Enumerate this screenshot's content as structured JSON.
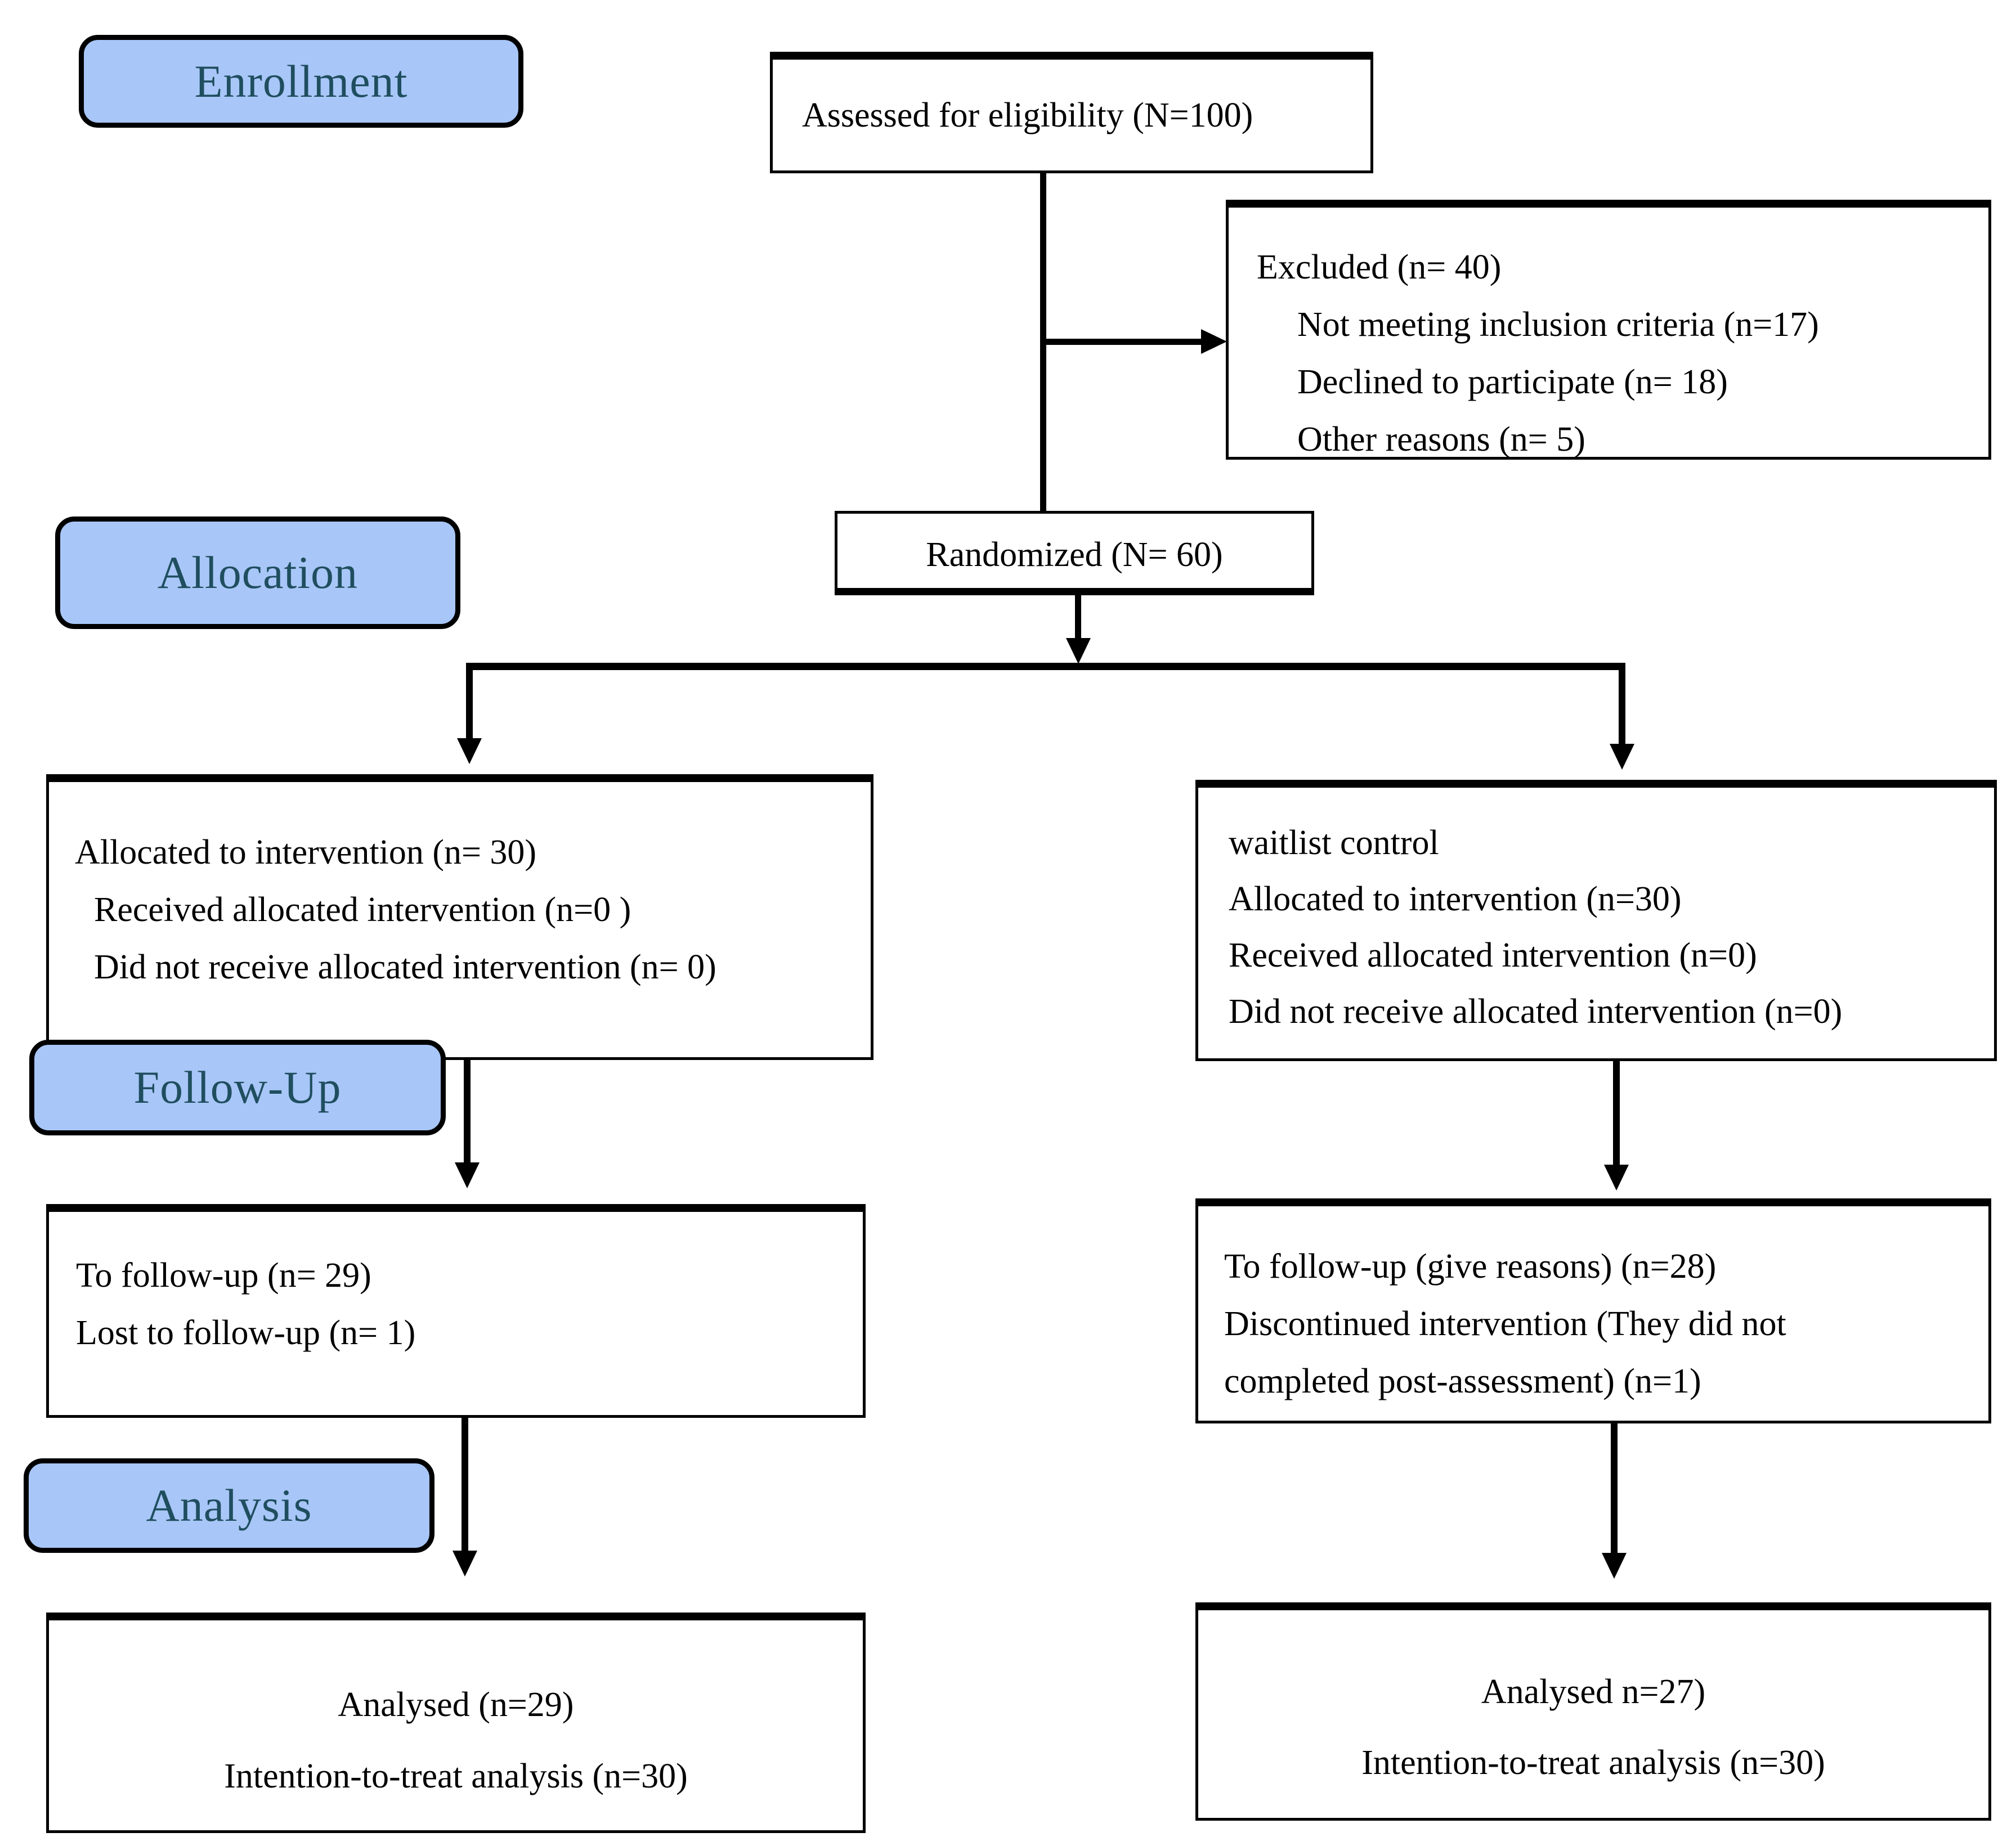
{
  "diagram": {
    "title": "CONSORT participant flow diagram",
    "accent_color": "#A8C6F7",
    "label_text_color": "#1F4E5F",
    "line_color": "#000000"
  },
  "stage_labels": {
    "enrollment": "Enrollment",
    "allocation": "Allocation",
    "followup": "Follow-Up",
    "analysis": "Analysis"
  },
  "enrollment": {
    "assessed": {
      "line1": "Assessed for eligibility (N=100)"
    },
    "excluded": {
      "line1": "Excluded (n= 40)",
      "line2": "Not meeting inclusion criteria (n=17)",
      "line3": "Declined to participate (n= 18)",
      "line4": "Other reasons (n= 5)"
    },
    "randomized": {
      "line1": "Randomized (N= 60)"
    }
  },
  "allocation": {
    "left": {
      "line1": "Allocated to intervention (n= 30)",
      "line2": "Received allocated intervention (n=0 )",
      "line3": "Did not receive allocated intervention (n= 0)"
    },
    "right": {
      "line1": "waitlist control",
      "line2": "Allocated to intervention (n=30)",
      "line3": "Received allocated intervention (n=0)",
      "line4": "Did not receive allocated intervention (n=0)"
    }
  },
  "followup": {
    "left": {
      "line1": "To follow-up (n= 29)",
      "line2": "Lost to follow-up (n= 1)"
    },
    "right": {
      "line1": "To follow-up (give reasons) (n=28)",
      "line2": "Discontinued intervention (They did not",
      "line3": "completed post-assessment) (n=1)"
    }
  },
  "analysis": {
    "left": {
      "line1": "Analysed (n=29)",
      "line2": "Intention-to-treat analysis (n=30)"
    },
    "right": {
      "line1": "Analysed  n=27)",
      "line2": "Intention-to-treat analysis (n=30)"
    }
  }
}
